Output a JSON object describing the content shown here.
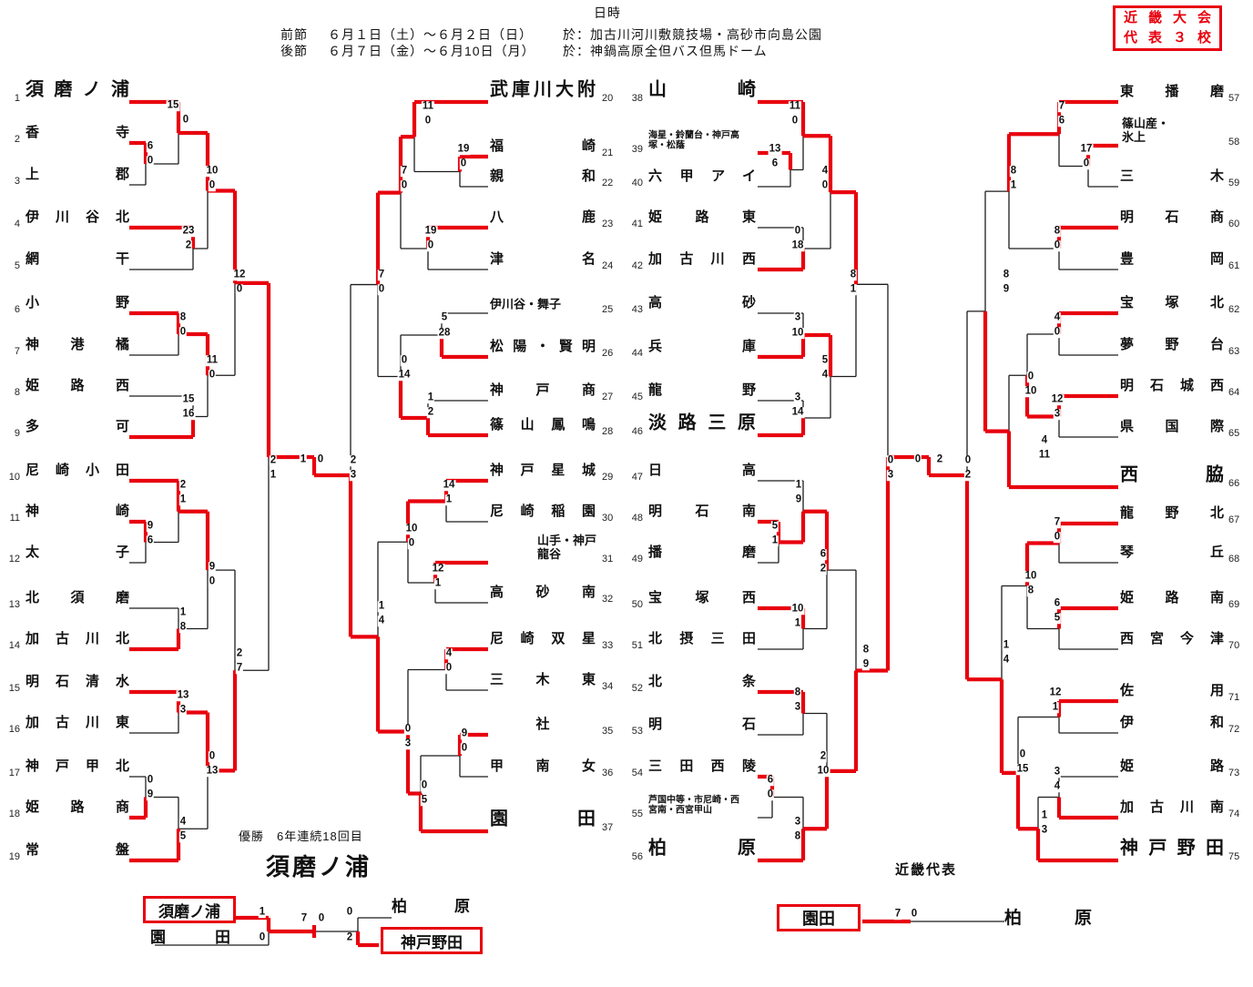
{
  "header": {
    "title": "日時",
    "rows": [
      {
        "label": "前節",
        "dates": "６月１日（土）～６月２日（日）",
        "venue": "於：加古川河川敷競技場・高砂市向島公園"
      },
      {
        "label": "後節",
        "dates": "６月７日（金）～６月10日（月）",
        "venue": "於：神鍋高原全但バス但馬ドーム"
      }
    ],
    "kinki_box": {
      "line1": "近畿大会",
      "line2": "代表３校"
    }
  },
  "teams": [
    {
      "n": 1,
      "name": "須磨ノ浦"
    },
    {
      "n": 2,
      "name": "香寺"
    },
    {
      "n": 3,
      "name": "上郡"
    },
    {
      "n": 4,
      "name": "伊川谷北"
    },
    {
      "n": 5,
      "name": "網干"
    },
    {
      "n": 6,
      "name": "小野"
    },
    {
      "n": 7,
      "name": "神港橘"
    },
    {
      "n": 8,
      "name": "姫路西"
    },
    {
      "n": 9,
      "name": "多可"
    },
    {
      "n": 10,
      "name": "尼崎小田"
    },
    {
      "n": 11,
      "name": "神崎"
    },
    {
      "n": 12,
      "name": "太子"
    },
    {
      "n": 13,
      "name": "北須磨"
    },
    {
      "n": 14,
      "name": "加古川北"
    },
    {
      "n": 15,
      "name": "明石清水"
    },
    {
      "n": 16,
      "name": "加古川東"
    },
    {
      "n": 17,
      "name": "神戸甲北"
    },
    {
      "n": 18,
      "name": "姫路商"
    },
    {
      "n": 19,
      "name": "常盤"
    },
    {
      "n": 20,
      "name": "武庫川大附"
    },
    {
      "n": 21,
      "name": "福崎"
    },
    {
      "n": 22,
      "name": "親和"
    },
    {
      "n": 23,
      "name": "八鹿"
    },
    {
      "n": 24,
      "name": "津名"
    },
    {
      "n": 25,
      "name": "伊川谷・舞子"
    },
    {
      "n": 26,
      "name": "松陽・賢明"
    },
    {
      "n": 27,
      "name": "神戸商"
    },
    {
      "n": 28,
      "name": "篠山鳳鳴"
    },
    {
      "n": 29,
      "name": "神戸星城"
    },
    {
      "n": 30,
      "name": "尼崎稲園"
    },
    {
      "n": 31,
      "name": "山手・神戸龍谷"
    },
    {
      "n": 32,
      "name": "高砂南"
    },
    {
      "n": 33,
      "name": "尼崎双星"
    },
    {
      "n": 34,
      "name": "三木東"
    },
    {
      "n": 35,
      "name": "社"
    },
    {
      "n": 36,
      "name": "甲南女"
    },
    {
      "n": 37,
      "name": "園田"
    },
    {
      "n": 38,
      "name": "山崎"
    },
    {
      "n": 39,
      "name": "海星・鈴蘭台・神戸高塚・松蔭"
    },
    {
      "n": 40,
      "name": "六甲アイ"
    },
    {
      "n": 41,
      "name": "姫路東"
    },
    {
      "n": 42,
      "name": "加古川西"
    },
    {
      "n": 43,
      "name": "高砂"
    },
    {
      "n": 44,
      "name": "兵庫"
    },
    {
      "n": 45,
      "name": "龍野"
    },
    {
      "n": 46,
      "name": "淡路三原"
    },
    {
      "n": 47,
      "name": "日高"
    },
    {
      "n": 48,
      "name": "明石南"
    },
    {
      "n": 49,
      "name": "播磨"
    },
    {
      "n": 50,
      "name": "宝塚西"
    },
    {
      "n": 51,
      "name": "北摂三田"
    },
    {
      "n": 52,
      "name": "北条"
    },
    {
      "n": 53,
      "name": "明石"
    },
    {
      "n": 54,
      "name": "三田西陵"
    },
    {
      "n": 55,
      "name": "芦国中等・市尼崎・西宮南・西宮甲山"
    },
    {
      "n": 56,
      "name": "柏原"
    },
    {
      "n": 57,
      "name": "東播磨"
    },
    {
      "n": 58,
      "name": "篠山産・氷上"
    },
    {
      "n": 59,
      "name": "三木"
    },
    {
      "n": 60,
      "name": "明石商"
    },
    {
      "n": 61,
      "name": "豊岡"
    },
    {
      "n": 62,
      "name": "宝塚北"
    },
    {
      "n": 63,
      "name": "夢野台"
    },
    {
      "n": 64,
      "name": "明石城西"
    },
    {
      "n": 65,
      "name": "県国際"
    },
    {
      "n": 66,
      "name": "西脇"
    },
    {
      "n": 67,
      "name": "龍野北"
    },
    {
      "n": 68,
      "name": "琴丘"
    },
    {
      "n": 69,
      "name": "姫路南"
    },
    {
      "n": 70,
      "name": "西宮今津"
    },
    {
      "n": 71,
      "name": "佐用"
    },
    {
      "n": 72,
      "name": "伊和"
    },
    {
      "n": 73,
      "name": "姫路"
    },
    {
      "n": 74,
      "name": "加古川南"
    },
    {
      "n": 75,
      "name": "神戸野田"
    }
  ],
  "scores": [
    [
      190,
      116,
      "15"
    ],
    [
      204,
      132,
      "0"
    ],
    [
      165,
      161,
      "6"
    ],
    [
      165,
      177,
      "0"
    ],
    [
      233,
      188,
      "10"
    ],
    [
      233,
      204,
      "0"
    ],
    [
      207,
      254,
      "23"
    ],
    [
      207,
      270,
      "2"
    ],
    [
      263,
      302,
      "12"
    ],
    [
      263,
      318,
      "0"
    ],
    [
      201,
      349,
      "8"
    ],
    [
      201,
      365,
      "0"
    ],
    [
      233,
      396,
      "11"
    ],
    [
      233,
      412,
      "0"
    ],
    [
      207,
      439,
      "15"
    ],
    [
      207,
      455,
      "16"
    ],
    [
      300,
      506,
      "2"
    ],
    [
      300,
      522,
      "1"
    ],
    [
      333,
      505,
      "1"
    ],
    [
      352,
      505,
      "0"
    ],
    [
      201,
      533,
      "2"
    ],
    [
      201,
      549,
      "1"
    ],
    [
      165,
      578,
      "9"
    ],
    [
      165,
      594,
      "6"
    ],
    [
      233,
      623,
      "9"
    ],
    [
      233,
      639,
      "0"
    ],
    [
      201,
      673,
      "1"
    ],
    [
      201,
      689,
      "8"
    ],
    [
      263,
      718,
      "2"
    ],
    [
      263,
      734,
      "7"
    ],
    [
      201,
      764,
      "13"
    ],
    [
      201,
      780,
      "3"
    ],
    [
      233,
      831,
      "0"
    ],
    [
      233,
      847,
      "13"
    ],
    [
      165,
      857,
      "0"
    ],
    [
      165,
      873,
      "9"
    ],
    [
      201,
      903,
      "4"
    ],
    [
      201,
      919,
      "5"
    ],
    [
      470,
      117,
      "11"
    ],
    [
      470,
      133,
      "0"
    ],
    [
      509,
      164,
      "19"
    ],
    [
      509,
      180,
      "0"
    ],
    [
      444,
      188,
      "7"
    ],
    [
      444,
      204,
      "0"
    ],
    [
      473,
      254,
      "19"
    ],
    [
      473,
      270,
      "0"
    ],
    [
      419,
      302,
      "7"
    ],
    [
      419,
      318,
      "0"
    ],
    [
      488,
      349,
      "5"
    ],
    [
      488,
      366,
      "28"
    ],
    [
      444,
      396,
      "0"
    ],
    [
      444,
      412,
      "14"
    ],
    [
      473,
      437,
      "1"
    ],
    [
      473,
      453,
      "2"
    ],
    [
      388,
      506,
      "2"
    ],
    [
      388,
      522,
      "3"
    ],
    [
      493,
      533,
      "14"
    ],
    [
      493,
      549,
      "1"
    ],
    [
      452,
      581,
      "10"
    ],
    [
      452,
      597,
      "0"
    ],
    [
      481,
      625,
      "12"
    ],
    [
      481,
      641,
      "1"
    ],
    [
      419,
      666,
      "1"
    ],
    [
      419,
      682,
      "4"
    ],
    [
      493,
      718,
      "4"
    ],
    [
      493,
      734,
      "0"
    ],
    [
      448,
      801,
      "0"
    ],
    [
      448,
      817,
      "3"
    ],
    [
      510,
      806,
      "9"
    ],
    [
      510,
      822,
      "0"
    ],
    [
      466,
      863,
      "0"
    ],
    [
      466,
      879,
      "5"
    ],
    [
      873,
      117,
      "11"
    ],
    [
      873,
      133,
      "0"
    ],
    [
      851,
      164,
      "13"
    ],
    [
      851,
      180,
      "6"
    ],
    [
      906,
      188,
      "4"
    ],
    [
      906,
      204,
      "0"
    ],
    [
      876,
      254,
      "0"
    ],
    [
      876,
      270,
      "18"
    ],
    [
      937,
      302,
      "8"
    ],
    [
      937,
      318,
      "1"
    ],
    [
      876,
      349,
      "3"
    ],
    [
      876,
      366,
      "10"
    ],
    [
      906,
      396,
      "5"
    ],
    [
      906,
      412,
      "4"
    ],
    [
      876,
      437,
      "3"
    ],
    [
      876,
      453,
      "14"
    ],
    [
      978,
      506,
      "0"
    ],
    [
      978,
      522,
      "3"
    ],
    [
      1008,
      505,
      "0"
    ],
    [
      1032,
      505,
      "2"
    ],
    [
      877,
      533,
      "1"
    ],
    [
      877,
      549,
      "9"
    ],
    [
      851,
      578,
      "5"
    ],
    [
      851,
      594,
      "1"
    ],
    [
      904,
      609,
      "6"
    ],
    [
      904,
      625,
      "2"
    ],
    [
      876,
      669,
      "10"
    ],
    [
      876,
      685,
      "1"
    ],
    [
      951,
      714,
      "8"
    ],
    [
      951,
      730,
      "9"
    ],
    [
      876,
      761,
      "8"
    ],
    [
      876,
      777,
      "3"
    ],
    [
      904,
      831,
      "2"
    ],
    [
      904,
      847,
      "10"
    ],
    [
      846,
      857,
      "6"
    ],
    [
      846,
      873,
      "0"
    ],
    [
      876,
      903,
      "3"
    ],
    [
      876,
      919,
      "8"
    ],
    [
      1166,
      117,
      "7"
    ],
    [
      1166,
      133,
      "6"
    ],
    [
      1193,
      164,
      "17"
    ],
    [
      1193,
      180,
      "0"
    ],
    [
      1113,
      188,
      "8"
    ],
    [
      1113,
      204,
      "1"
    ],
    [
      1161,
      254,
      "8"
    ],
    [
      1161,
      270,
      "0"
    ],
    [
      1105,
      302,
      "8"
    ],
    [
      1105,
      318,
      "9"
    ],
    [
      1161,
      349,
      "4"
    ],
    [
      1161,
      365,
      "0"
    ],
    [
      1132,
      414,
      "0"
    ],
    [
      1132,
      430,
      "10"
    ],
    [
      1161,
      439,
      "12"
    ],
    [
      1161,
      455,
      "3"
    ],
    [
      1147,
      484,
      "4"
    ],
    [
      1147,
      500,
      "11"
    ],
    [
      1063,
      506,
      "0"
    ],
    [
      1063,
      522,
      "2"
    ],
    [
      1161,
      574,
      "7"
    ],
    [
      1161,
      590,
      "0"
    ],
    [
      1132,
      633,
      "10"
    ],
    [
      1132,
      649,
      "8"
    ],
    [
      1161,
      663,
      "6"
    ],
    [
      1161,
      679,
      "5"
    ],
    [
      1105,
      709,
      "1"
    ],
    [
      1105,
      725,
      "4"
    ],
    [
      1159,
      761,
      "12"
    ],
    [
      1159,
      777,
      "1"
    ],
    [
      1123,
      829,
      "0"
    ],
    [
      1123,
      845,
      "15"
    ],
    [
      1161,
      848,
      "3"
    ],
    [
      1161,
      864,
      "4"
    ],
    [
      1147,
      896,
      "1"
    ],
    [
      1147,
      912,
      "3"
    ],
    [
      288,
      1002,
      "1"
    ],
    [
      288,
      1030,
      "0"
    ],
    [
      334,
      1009,
      "7"
    ],
    [
      353,
      1009,
      "0"
    ],
    [
      384,
      1002,
      "0"
    ],
    [
      384,
      1030,
      "2"
    ],
    [
      986,
      1004,
      "7"
    ],
    [
      1004,
      1004,
      "0"
    ]
  ],
  "bottom": {
    "champion_label": "優勝　6年連続18回目",
    "champion": "須磨ノ浦",
    "final": {
      "left_top": "須磨ノ浦",
      "left_bottom": "園田",
      "right_top": "柏原",
      "right_bottom": "神戸野田"
    },
    "kinki": {
      "label": "近畿代表",
      "left": "園田",
      "right": "柏原"
    }
  },
  "colors": {
    "red": "#e8000d",
    "line": "#1c1c1c"
  }
}
